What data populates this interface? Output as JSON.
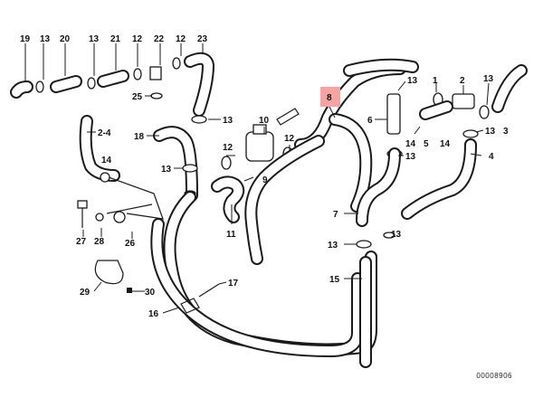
{
  "highlight_color": "#f5a3a3",
  "doc_number": "00008906",
  "labels": {
    "p1": "1",
    "p2": "2",
    "p3": "3",
    "p24": "2-4",
    "p4": "4",
    "p5": "5",
    "p6": "6",
    "p7": "7",
    "p8": "8",
    "p9": "9",
    "p10": "10",
    "p11": "11",
    "p12": "12",
    "p13": "13",
    "p14": "14",
    "p15": "15",
    "p16": "16",
    "p17": "17",
    "p18": "18",
    "p19": "19",
    "p20": "20",
    "p21": "21",
    "p22": "22",
    "p23": "23",
    "p25": "25",
    "p26": "26",
    "p27": "27",
    "p28": "28",
    "p29": "29",
    "p30": "30"
  }
}
